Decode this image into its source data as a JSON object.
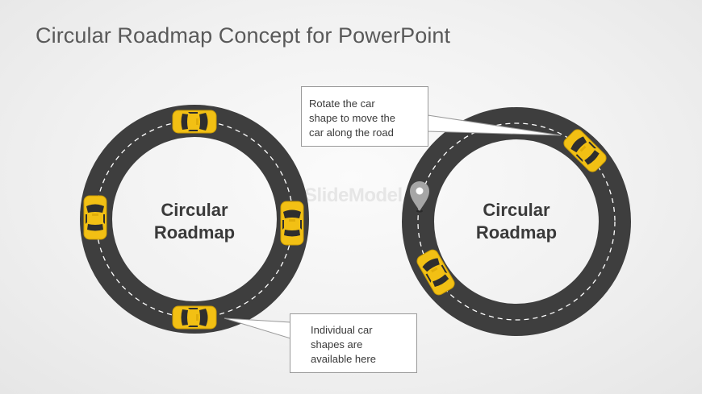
{
  "slide": {
    "title": "Circular Roadmap Concept for PowerPoint",
    "watermark": "SlideModel"
  },
  "left_ring": {
    "label_line1": "Circular",
    "label_line2": "Roadmap",
    "cars": 4
  },
  "right_ring": {
    "label_line1": "Circular",
    "label_line2": "Roadmap",
    "cars": 2
  },
  "callouts": {
    "rotate": {
      "line1": "Rotate the car",
      "line2": "shape to move the",
      "line3": "car along the road"
    },
    "individual": {
      "line1": "Individual car",
      "line2": "shapes are",
      "line3": "available here"
    }
  },
  "colors": {
    "road": "#3e3e3e",
    "lane_marking": "#ffffff",
    "car_body": "#f2c014",
    "car_glass": "#2e2e2e",
    "pin": "#a6a6a6",
    "callout_border": "#9a9a9a",
    "title_text": "#595959"
  },
  "icons": {
    "car": "car-icon",
    "pin": "map-pin-icon"
  }
}
